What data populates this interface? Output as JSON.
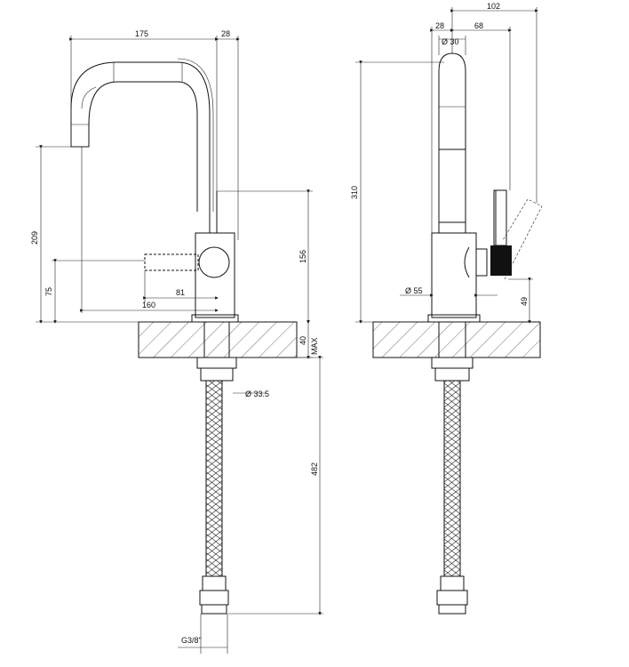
{
  "drawing": {
    "front_view": {
      "dimensions": {
        "spout_reach": "175",
        "body_offset": "28",
        "spout_height": "209",
        "handle_height": "75",
        "handle_reach": "81",
        "base_to_spout": "160",
        "body_height": "156",
        "deck_thickness": "40",
        "deck_max": "MAX",
        "thread_diameter": "Ø 33.5",
        "hose_length": "482",
        "connection": "G3/8\""
      }
    },
    "side_view": {
      "dimensions": {
        "overall_depth": "102",
        "body_offset": "28",
        "spout_diameter": "Ø 30",
        "handle_offset": "68",
        "overall_height": "310",
        "body_diameter": "Ø 55",
        "handle_base_height": "49"
      }
    },
    "colors": {
      "line": "#111111",
      "hatch": "#333333",
      "background": "#ffffff"
    }
  }
}
